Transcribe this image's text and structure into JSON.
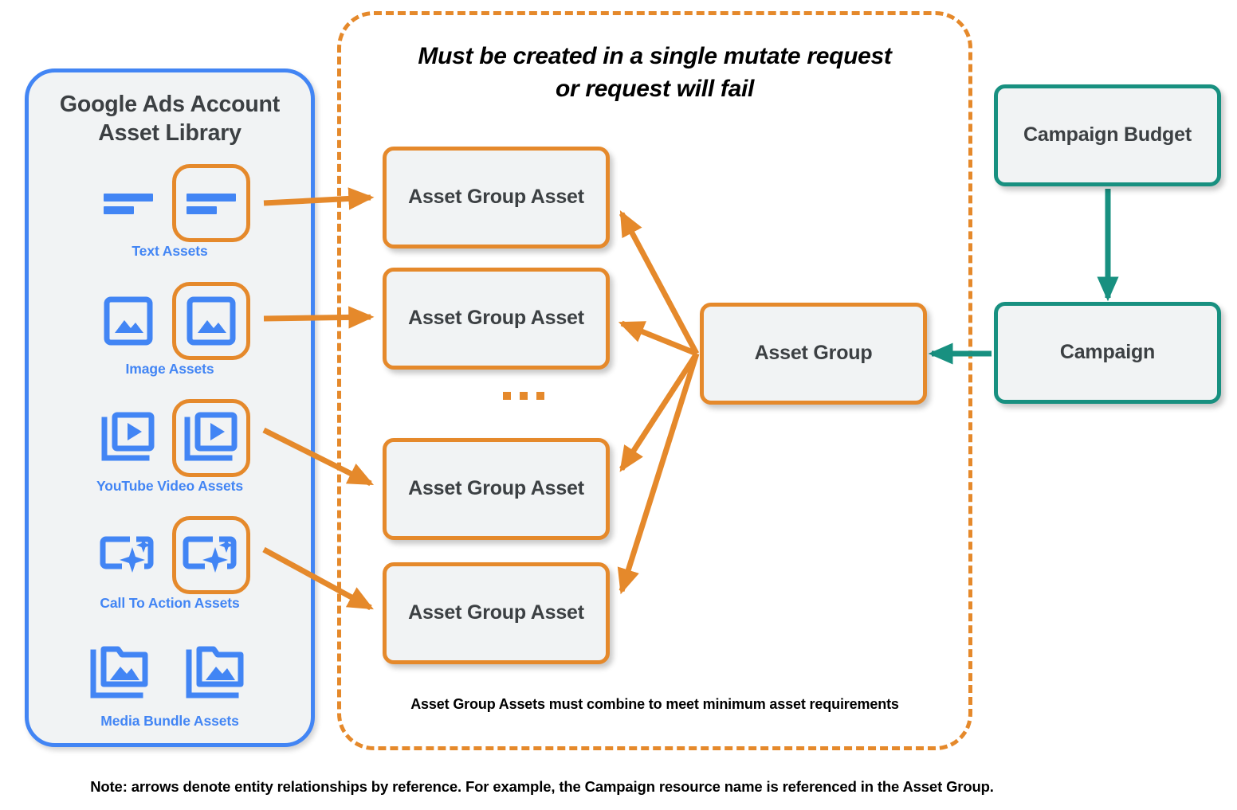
{
  "library": {
    "title_line1": "Google Ads Account",
    "title_line2": "Asset Library",
    "accent_color": "#4285f4",
    "background": "#f1f3f4",
    "rows": [
      {
        "icon": "text-asset-icon",
        "caption": "Text Assets",
        "highlighted": true
      },
      {
        "icon": "image-asset-icon",
        "caption": "Image Assets",
        "highlighted": true
      },
      {
        "icon": "youtube-video-asset-icon",
        "caption": "YouTube Video  Assets",
        "highlighted": true
      },
      {
        "icon": "call-to-action-asset-icon",
        "caption": "Call To Action Assets",
        "highlighted": true
      },
      {
        "icon": "media-bundle-asset-icon",
        "caption": "Media Bundle  Assets",
        "highlighted": false
      }
    ]
  },
  "mutate_container": {
    "note_line1": "Must be created in a single mutate request",
    "note_line2": "or request will fail",
    "bottom_note": "Asset Group Assets must combine to meet minimum asset requirements",
    "border_color": "#e5892b",
    "ellipsis": "..."
  },
  "nodes": {
    "asset_group_assets": [
      {
        "label": "Asset Group Asset"
      },
      {
        "label": "Asset Group Asset"
      },
      {
        "label": "Asset Group Asset"
      },
      {
        "label": "Asset Group Asset"
      }
    ],
    "asset_group": {
      "label": "Asset Group",
      "color": "#e5892b"
    },
    "campaign_budget": {
      "label": "Campaign Budget",
      "color": "#189080"
    },
    "campaign": {
      "label": "Campaign",
      "color": "#189080"
    }
  },
  "footer": {
    "note": "Note: arrows denote entity relationships by reference. For example, the Campaign resource name is referenced in the Asset Group."
  },
  "colors": {
    "orange": "#e5892b",
    "teal": "#189080",
    "blue": "#4285f4",
    "node_fill": "#f1f3f4",
    "text": "#3c4043"
  }
}
